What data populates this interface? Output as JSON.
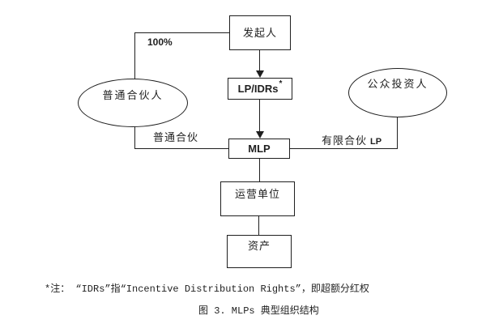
{
  "diagram": {
    "nodes": {
      "sponsor": {
        "label": "发起人"
      },
      "lp_idrs": {
        "label": "LP/IDRs",
        "superscript": "*"
      },
      "mlp": {
        "label": "MLP"
      },
      "operating_unit": {
        "label": "运营单位"
      },
      "assets": {
        "label": "资产"
      },
      "general_partner": {
        "label": "普通合伙人"
      },
      "public_investors": {
        "label": "公众投资人"
      }
    },
    "edge_labels": {
      "ownership": "100%",
      "general_partnership": "普通合伙",
      "limited_partnership": "有限合伙",
      "limited_partnership_abbr": "LP"
    }
  },
  "footnote": "*注： “IDRs”指“Incentive Distribution Rights”，即超额分红权",
  "caption": "图 3. MLPs 典型组织结构",
  "colors": {
    "line": "#1f1f1f",
    "text": "#1f1f1f",
    "background": "#ffffff"
  }
}
